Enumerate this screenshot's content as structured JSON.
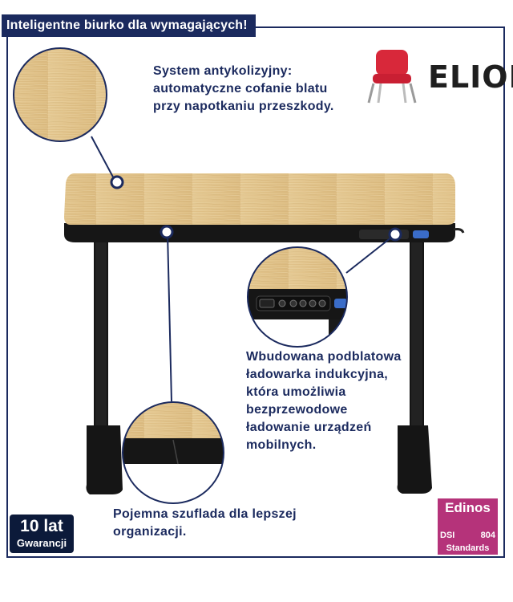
{
  "banner": {
    "title": "Inteligentne biurko dla wymagających!"
  },
  "features": {
    "anticollision": "System antykolizyjny: automatyczne cofanie blatu przy napotkaniu przeszkody.",
    "charger": "Wbudowana podblatowa ładowarka indukcyjna, która umożliwia bezprzewodowe ładowanie urządzeń mobilnych.",
    "drawer": "Pojemna szuflada dla lepszej organizacji."
  },
  "brand": {
    "name": "ELIOR"
  },
  "warranty": {
    "line1": "10 lat",
    "line2": "Gwarancji"
  },
  "certificate": {
    "name": "Edinos",
    "code_left": "DSI",
    "code_right": "804",
    "label": "Standards"
  },
  "colors": {
    "navy": "#1b2a5e",
    "wood": "#e2c48c",
    "frame": "#1a1a1a",
    "edinos": "#b5337a",
    "chair": "#d8283a"
  }
}
